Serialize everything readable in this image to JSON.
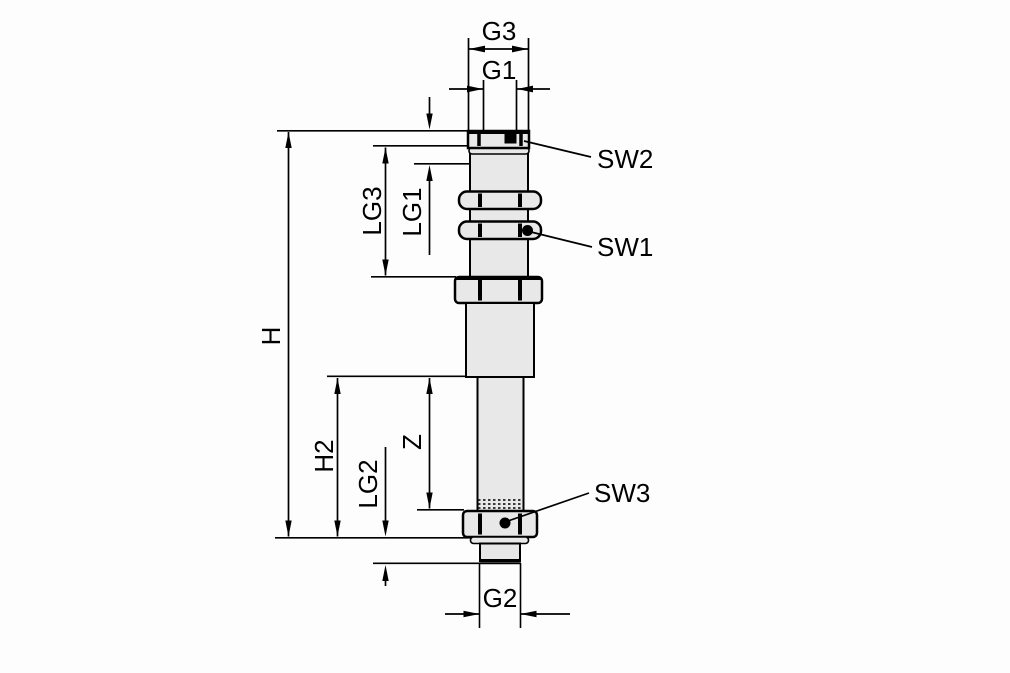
{
  "diagram": {
    "dim_labels": {
      "g3": "G3",
      "g1": "G1",
      "lg1": "LG1",
      "lg3": "LG3",
      "h": "H",
      "h2": "H2",
      "z": "Z",
      "lg2": "LG2",
      "g2": "G2"
    },
    "callouts": {
      "sw2": "SW2",
      "sw1": "SW1",
      "sw3": "SW3"
    }
  },
  "colors": {
    "line": "#000000",
    "part_fill": "#e8e8e8",
    "stud_fill": "#ffffff",
    "bg": "#fdfdfd"
  }
}
